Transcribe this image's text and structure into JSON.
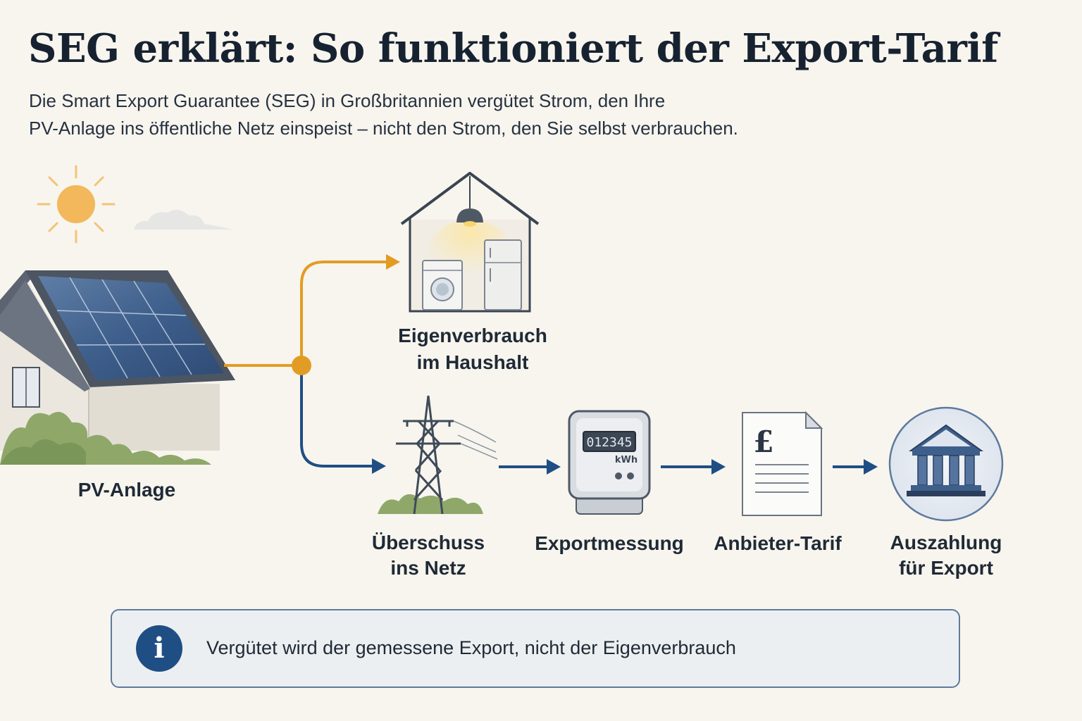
{
  "header": {
    "title": "SEG erklärt: So funktioniert der Export-Tarif",
    "subtitle_line1": "Die Smart Export Guarantee (SEG) in Großbritannien vergütet Strom, den Ihre",
    "subtitle_line2": "PV-Anlage ins öffentliche Netz einspeist – nicht den Strom, den Sie selbst verbrauchen."
  },
  "nodes": {
    "pv": {
      "label": "PV-Anlage"
    },
    "self_consumption": {
      "line1": "Eigenverbrauch",
      "line2": "im Haushalt"
    },
    "surplus": {
      "line1": "Überschuss",
      "line2": "ins Netz"
    },
    "metering": {
      "label": "Exportmessung",
      "meter_reading": "012345",
      "meter_unit": "kWh"
    },
    "tariff": {
      "label": "Anbieter-Tarif",
      "symbol": "£"
    },
    "payout": {
      "line1": "Auszahlung",
      "line2": "für Export"
    }
  },
  "info": {
    "icon": "info-icon",
    "icon_glyph": "i",
    "text": "Vergütet wird der gemessene Export, nicht der Eigenverbrauch"
  },
  "colors": {
    "self_flow": "#e29c24",
    "export_flow": "#1f4e84",
    "background": "#f8f5ee"
  }
}
